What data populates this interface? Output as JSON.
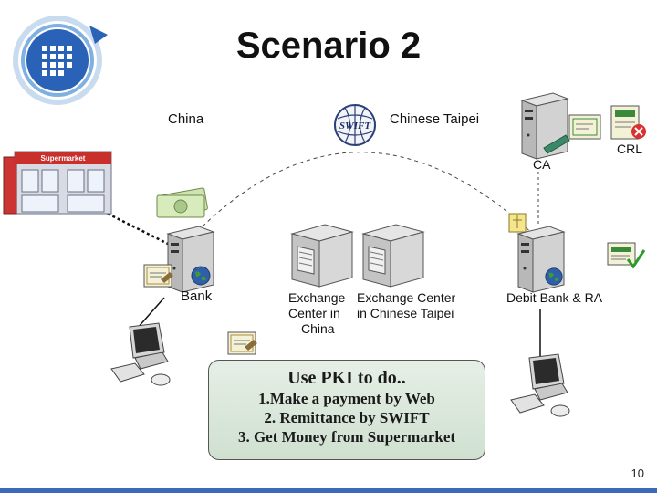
{
  "slide": {
    "title": "Scenario 2",
    "page_number": "10"
  },
  "labels": {
    "china": "China",
    "chinese_taipei": "Chinese Taipei",
    "ca": "CA",
    "crl": "CRL",
    "bank": "Bank",
    "exchange_china": [
      "Exchange",
      "Center in",
      "China"
    ],
    "exchange_taipei": [
      "Exchange Center",
      "in Chinese Taipei"
    ],
    "debit_bank": "Debit Bank & RA",
    "supermarket_sign": "Supermarket",
    "swift_logo": "SWIFT"
  },
  "callout": {
    "heading": "Use PKI to do..",
    "items": [
      "1.Make a payment by Web",
      "2. Remittance by SWIFT",
      "3. Get Money from Supermarket"
    ]
  },
  "colors": {
    "accent_blue": "#3e68b8",
    "callout_bg": "#d8e6d8",
    "server_gray": "#c8c8c8",
    "globe_blue": "#2f5fa8",
    "globe_green": "#3b9a3b"
  }
}
